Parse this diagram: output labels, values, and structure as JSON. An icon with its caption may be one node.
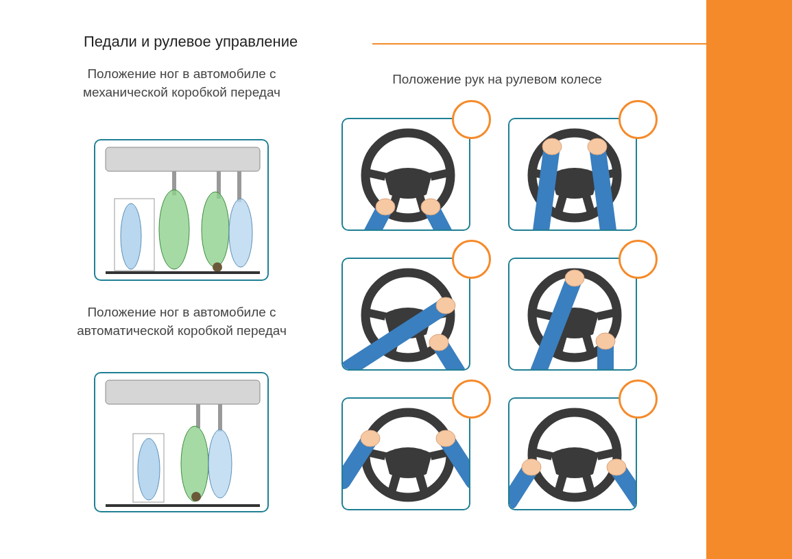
{
  "diagram": {
    "title": "Педали и рулевое управление",
    "nodes": [
      {
        "text": [],
        "shape": "picture"
      },
      {
        "text": [],
        "shape": "picture"
      },
      {
        "text": [],
        "shape": "picture"
      },
      {
        "text": [],
        "shape": "picture"
      },
      {
        "text": [],
        "shape": "picture"
      },
      {
        "text": [],
        "shape": "picture"
      },
      {
        "text": [],
        "shape": "picture"
      },
      {
        "text": [],
        "shape": "picture"
      },
      {
        "text": [],
        "shape": "circle"
      },
      {
        "text": [],
        "shape": "circle"
      },
      {
        "text": [],
        "shape": "circle"
      },
      {
        "text": [],
        "shape": "circle"
      },
      {
        "text": [],
        "shape": "circle"
      },
      {
        "text": [],
        "shape": "circle"
      },
      {
        "text": [],
        "shape": "bar"
      }
    ],
    "labels": [
      "Положение ног в автомобиле с механической коробкой передач",
      "Положение рук на рулевом колесе",
      "Положение ног в автомобиле с автоматической коробкой передач"
    ]
  }
}
